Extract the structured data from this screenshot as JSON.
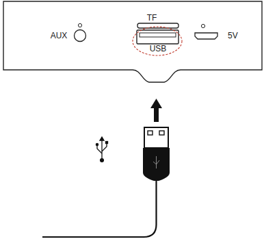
{
  "diagram": {
    "labels": [
      "TF",
      "AUX",
      "USB",
      "5V"
    ]
  }
}
